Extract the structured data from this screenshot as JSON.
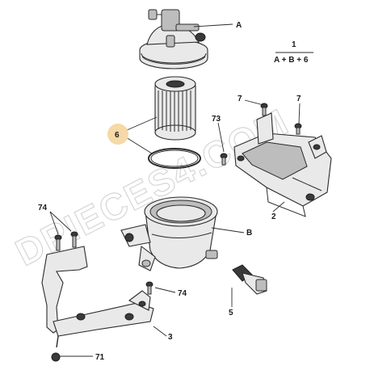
{
  "labels": {
    "A": "A",
    "B": "B",
    "n1": "1",
    "formula": "A + B + 6",
    "n2": "2",
    "n3": "3",
    "n5": "5",
    "n6": "6",
    "n7a": "7",
    "n7b": "7",
    "n71": "71",
    "n73": "73",
    "n74a": "74",
    "n74b": "74"
  },
  "watermark": "DPIECES4.COM",
  "colors": {
    "highlight": "#f5d9a6",
    "line": "#2b2b2b",
    "part_fill": "#e9e9e9"
  }
}
